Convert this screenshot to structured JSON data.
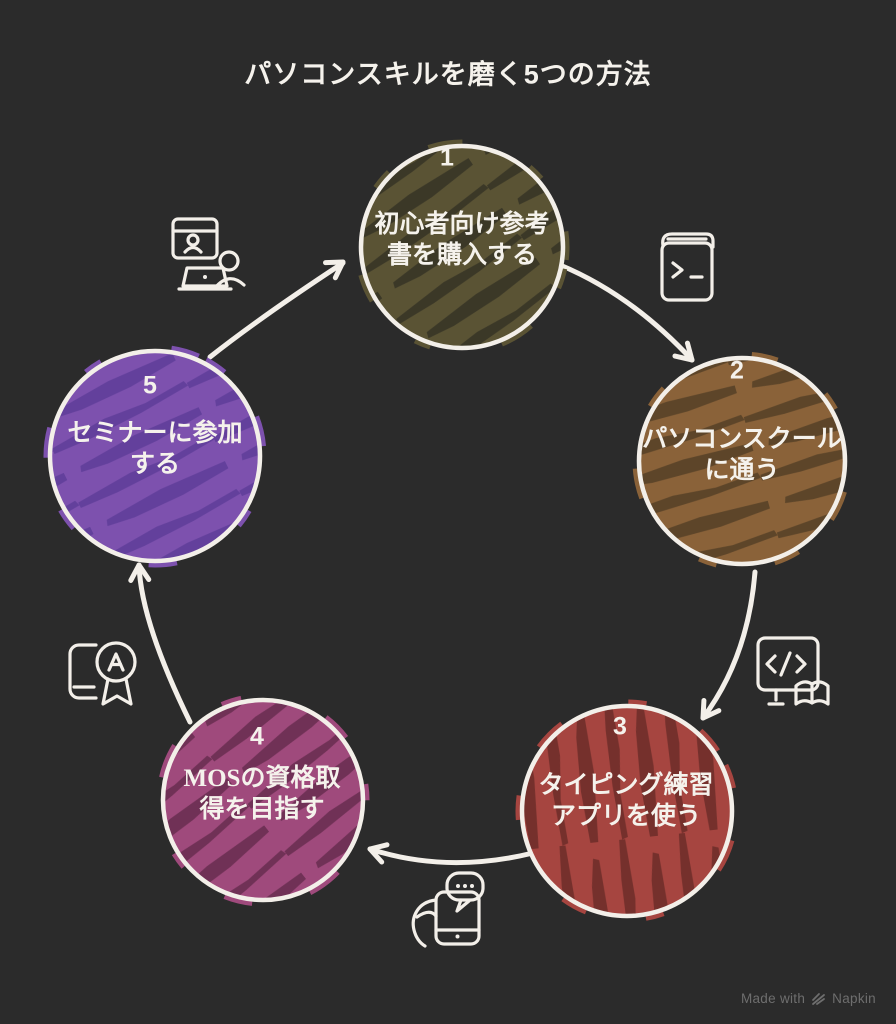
{
  "title": "パソコンスキルを磨く5つの方法",
  "colors": {
    "background": "#2b2b2b",
    "line": "#f3efe9",
    "text": "#f5f2ec",
    "watermark": "#6e6e6e"
  },
  "steps": [
    {
      "number": "1",
      "line1": "初心者向け参考",
      "line2": "書を購入する",
      "fill": "#5a5334",
      "slash": "#3b3827"
    },
    {
      "number": "2",
      "line1": "パソコンスクール",
      "line2": "に通う",
      "fill": "#8a6239",
      "slash": "#5d4529"
    },
    {
      "number": "3",
      "line1": "タイピング練習",
      "line2": "アプリを使う",
      "fill": "#a64540",
      "slash": "#75302c"
    },
    {
      "number": "4",
      "line1": "MOSの資格取",
      "line2": "得を目指す",
      "fill": "#9f4a7c",
      "slash": "#703156"
    },
    {
      "number": "5",
      "line1": "セミナーに参加",
      "line2": "する",
      "fill": "#7d51ae",
      "slash": "#63409c"
    }
  ],
  "icons": {
    "between_5_and_1": "online-seminar-icon",
    "between_1_and_2": "coding-book-icon",
    "between_2_and_3": "monitor-code-learning-icon",
    "between_3_and_4": "phone-chat-icon",
    "between_4_and_5": "certification-book-icon",
    "watermark": "napkin-logo-icon"
  },
  "watermark": {
    "made_with": "Made with",
    "brand": "Napkin"
  }
}
